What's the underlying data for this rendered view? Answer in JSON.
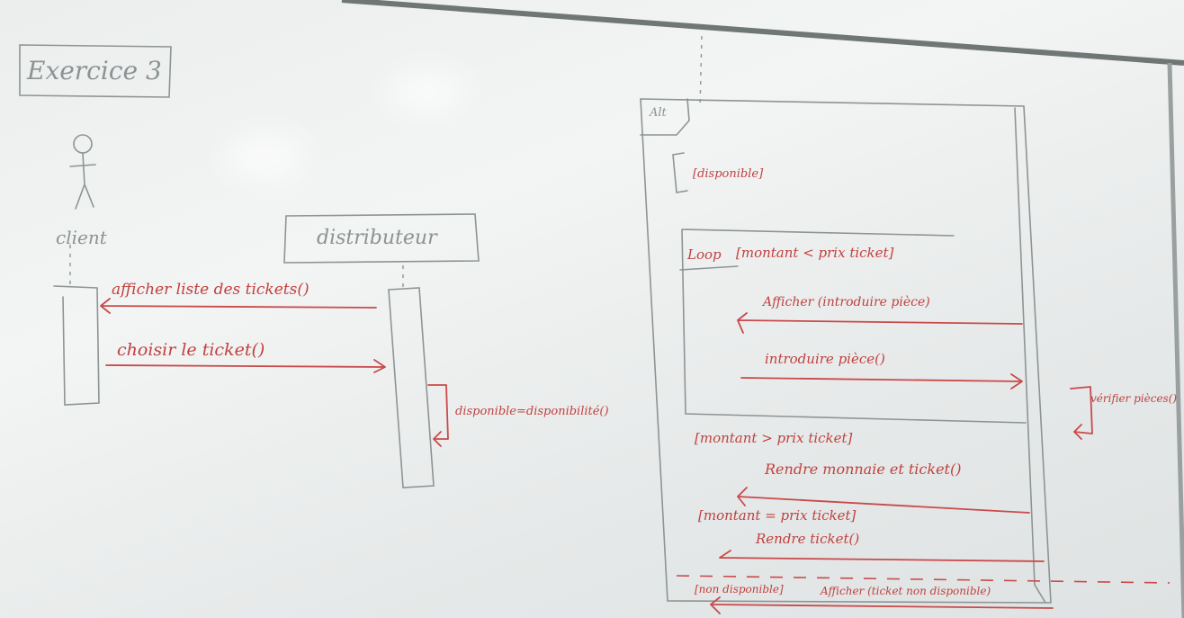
{
  "title": "Exercice 3",
  "lifelines": {
    "client": "client",
    "distributeur": "distributeur"
  },
  "messages": {
    "afficher_liste": "afficher liste des tickets()",
    "choisir_ticket": "choisir le ticket()",
    "disponibilite": "disponible=disponibilité()"
  },
  "alt": {
    "label": "Alt",
    "guard_disponible": "[disponible]",
    "loop_label": "Loop",
    "loop_guard": "[montant < prix ticket]",
    "afficher_introduire": "Afficher (introduire pièce)",
    "introduire_piece": "introduire pièce()",
    "verifier_pieces": "vérifier pièces()",
    "guard_sup": "[montant > prix ticket]",
    "rendre_monnaie": "Rendre monnaie et ticket()",
    "guard_eq": "[montant = prix ticket]",
    "rendre_ticket": "Rendre ticket()",
    "guard_non": "[non disponible]",
    "afficher_non_dispo": "Afficher (ticket non disponible)"
  },
  "colors": {
    "marker_red": "#c94a4a",
    "marker_gray": "#8d9494",
    "board": "#eef0f0"
  }
}
